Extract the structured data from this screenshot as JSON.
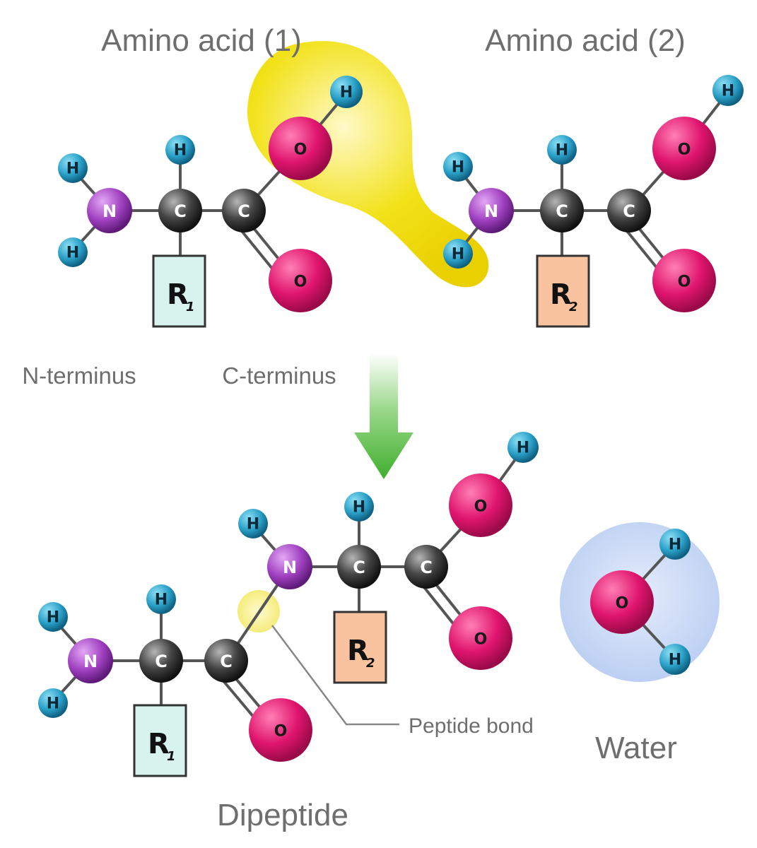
{
  "labels": {
    "amino_acid_1": "Amino acid (1)",
    "amino_acid_2": "Amino acid (2)",
    "n_terminus": "N-terminus",
    "c_terminus": "C-terminus",
    "peptide_bond": "Peptide bond",
    "water": "Water",
    "dipeptide": "Dipeptide"
  },
  "atoms": {
    "hydrogen": "H",
    "nitrogen": "N",
    "carbon": "C",
    "oxygen": "O"
  },
  "side_chains": {
    "r1": "R",
    "r1_sub": "1",
    "r2": "R",
    "r2_sub": "2"
  },
  "colors": {
    "hydrogen": "#2aa0c8",
    "nitrogen": "#a040c0",
    "carbon": "#3a3a3a",
    "oxygen": "#e0156e",
    "r1_box": "#d8f2ee",
    "r2_box": "#f9c3a0",
    "highlight": "#f2e21a",
    "water_bg": "#c9d8f5",
    "arrow": "#4cb83a"
  }
}
